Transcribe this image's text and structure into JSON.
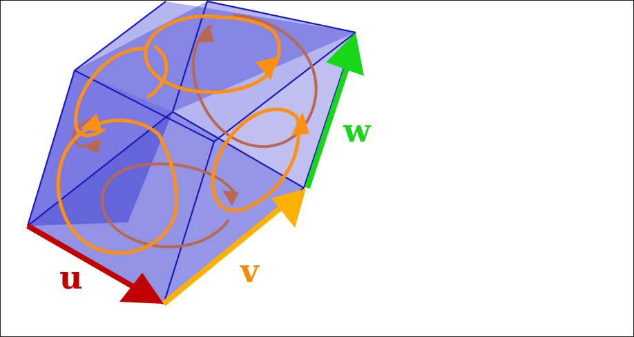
{
  "labels": {
    "u": "u",
    "v": "v",
    "w": "w"
  },
  "colors": {
    "u": "#c00000",
    "v": "#ffb000",
    "w": "#19d619",
    "v_label": "#f28c00",
    "loop": "#ff9014",
    "loop_back": "#b8684e",
    "edge": "#1a1ab8",
    "face_fill": "#2b2bd0"
  }
}
